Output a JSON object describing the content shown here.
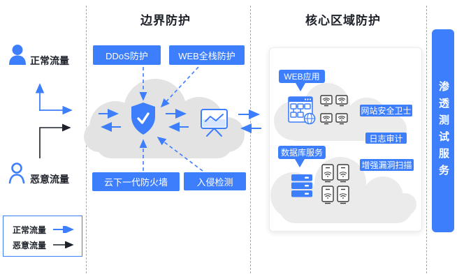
{
  "titles": {
    "boundary": "边界防护",
    "core": "核心区域防护"
  },
  "actors": {
    "normal": "正常流量",
    "malicious": "恶意流量"
  },
  "legend": {
    "normal": "正常流量",
    "malicious": "恶意流量"
  },
  "boundary_boxes": {
    "ddos": "DDoS防护",
    "web_fullstack": "WEB全栈防护",
    "cloud_firewall": "云下一代防火墙",
    "intrusion_detection": "入侵检测"
  },
  "core_panel": {
    "web_tag": "WEB应用",
    "db_tag": "数据库服务",
    "labels": {
      "site_guard": "网站安全卫士",
      "log_audit": "日志审计",
      "vuln_scan": "增强漏洞扫描"
    }
  },
  "side_bar": {
    "label": "渗透测试服务"
  },
  "colors": {
    "accent": "#3d7efc",
    "dark_text": "#1d2129",
    "cloud_gray": "#e3e3e3",
    "malicious_arrow": "#1d2129",
    "icon_stroke": "#3a3a3a"
  }
}
